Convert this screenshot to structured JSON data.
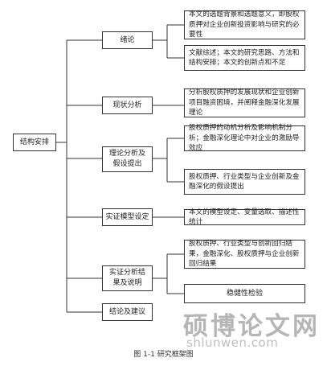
{
  "root": {
    "label": "结构安排"
  },
  "sections": [
    {
      "label": "绪论",
      "items": [
        "本文的选题背景和选题意义，即股权质押对企业创新投资影响与研究的必要性",
        "文献综述；本文的研究思路、方法和结构安排；本文的创新点和不足"
      ]
    },
    {
      "label": "现状分析",
      "items": [
        "分析股权质押的发展现状和企业创新项目融资困境，并阐释金融深化发展理论"
      ]
    },
    {
      "label": "理论分析及假设提出",
      "items": [
        "股权质押的动机分析及影响机制分析；金融深化理论中对企业的激励导效应",
        "股权质押、行业类型与企业创新及金融深化的假设提出"
      ]
    },
    {
      "label": "实证模型设定",
      "items": [
        "本文的模型设定、变量选取、描述性统计"
      ]
    },
    {
      "label": "实证分析结果及说明",
      "items": [
        "股权质押、行业类型与创新回归结果，金融深化、股权质押与企业创新回归结果",
        "稳健性检验"
      ]
    },
    {
      "label": "结论及建议",
      "items": []
    }
  ],
  "caption": "图 1-1   研究框架图",
  "watermark": {
    "cn": "硕博论文网",
    "url": "shlunwen.com"
  }
}
